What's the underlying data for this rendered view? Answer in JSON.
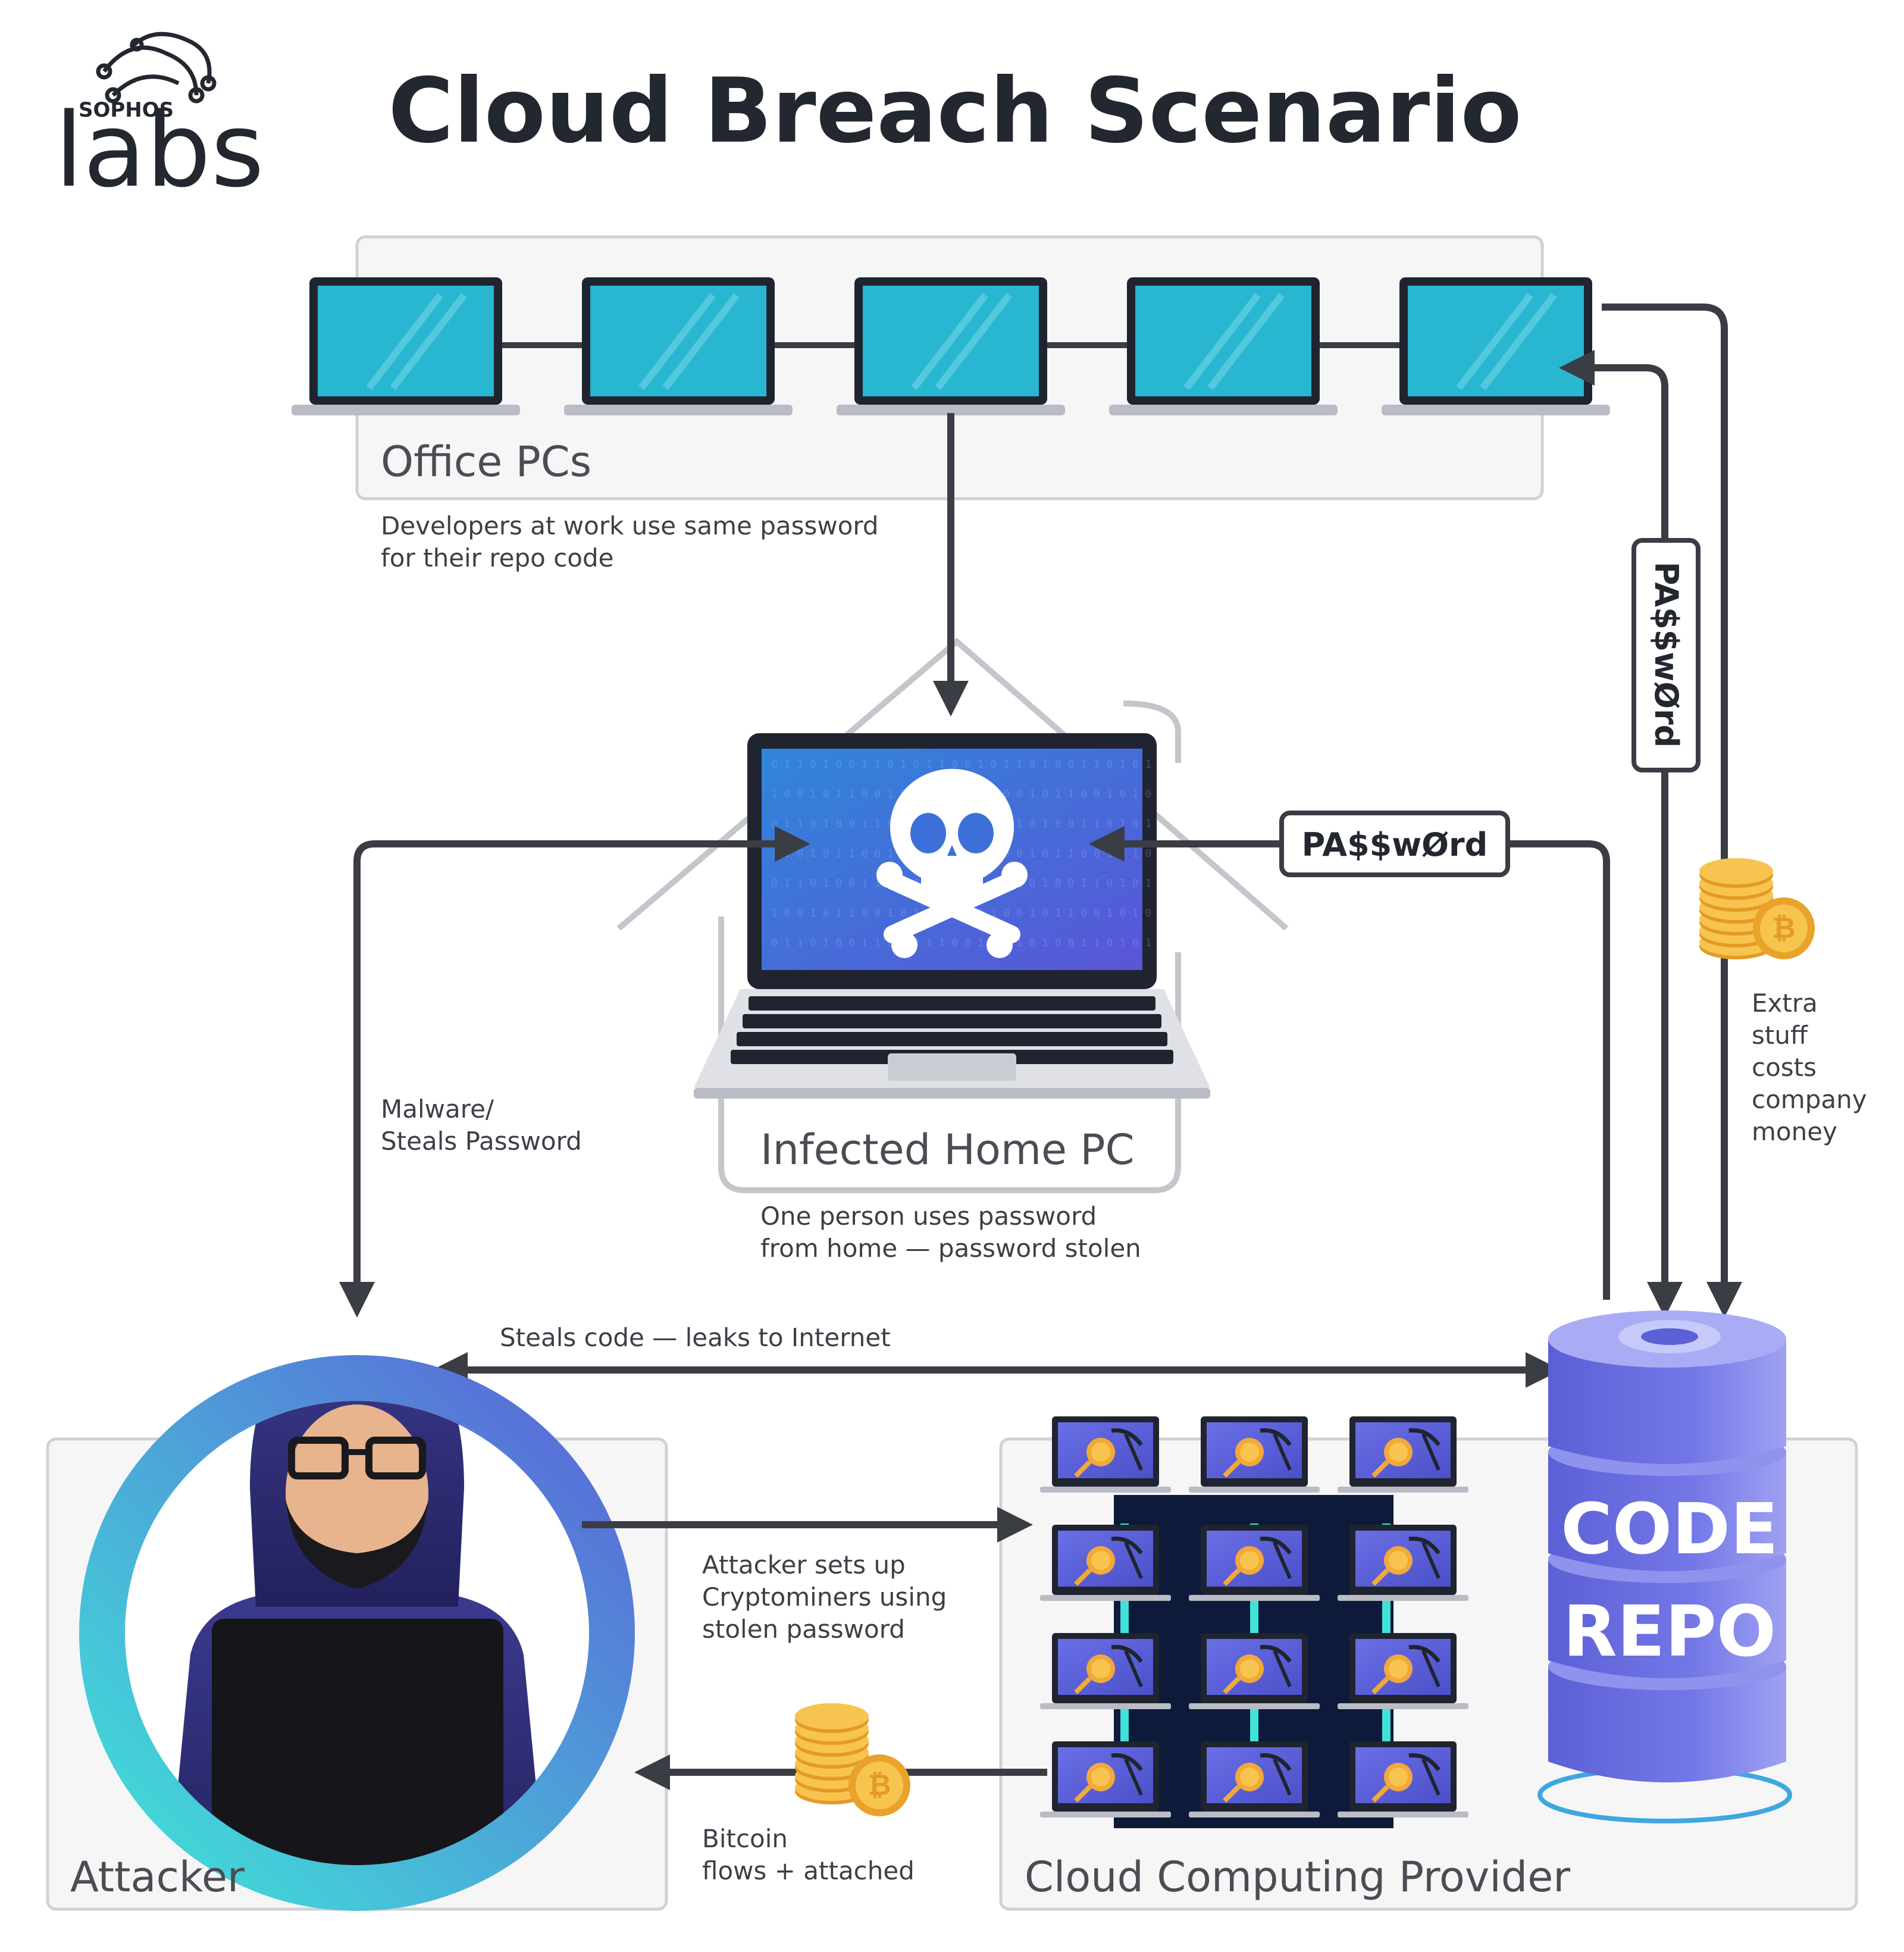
{
  "logo": {
    "brand": "SOPHOS",
    "product": "labs"
  },
  "title": "Cloud Breach Scenario",
  "office": {
    "label": "Office PCs",
    "note_lines": [
      "Developers at work use same password",
      "for their repo code"
    ]
  },
  "home": {
    "label": "Infected Home PC",
    "note_lines": [
      "One person uses password",
      "from home — password stolen"
    ]
  },
  "malware_note_lines": [
    "Malware/",
    "Steals Password"
  ],
  "password_token": "PA$$wØrd",
  "vertical_password_token": "PA$$wØrd",
  "extra_cost_note_lines": [
    "Extra",
    "stuff",
    "costs",
    "company",
    "money"
  ],
  "steals_code_note": "Steals code — leaks to Internet",
  "cryptominer_note_lines": [
    "Attacker sets up",
    "Cryptominers using",
    "stolen password"
  ],
  "bitcoin_note_lines": [
    "Bitcoin",
    "flows + attached"
  ],
  "attacker": {
    "label": "Attacker"
  },
  "cloud": {
    "label": "Cloud Computing Provider"
  },
  "repo": {
    "line1": "CODE",
    "line2": "REPO"
  },
  "colors": {
    "screen_cyan": "#29b6d0",
    "laptop_frame": "#1f2430",
    "arrow": "#3b3d44",
    "repo_purple": "#6b6fe0",
    "ring_gradient_start": "#3fe3d8",
    "ring_gradient_end": "#5b63d8",
    "coin_gold": "#f0b43a",
    "panel_border": "#c9cbd0"
  }
}
